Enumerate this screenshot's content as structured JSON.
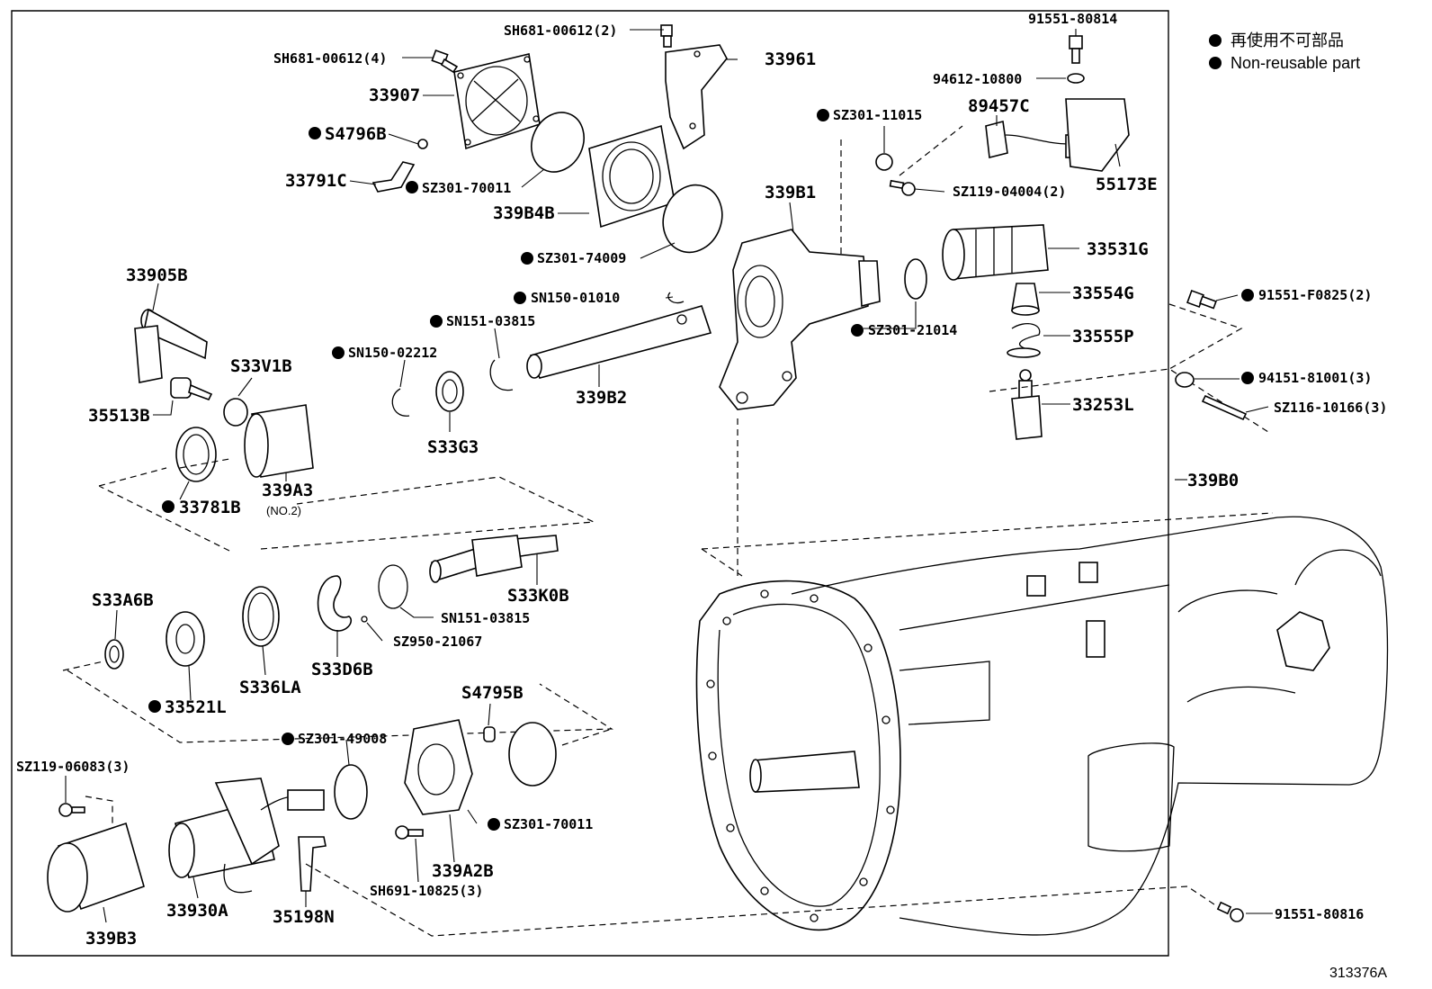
{
  "legend": {
    "jp": "再使用不可部品",
    "en": "Non-reusable part"
  },
  "figure_id": "313376A",
  "labels": {
    "sh681_00612_2": "SH681-00612(2)",
    "sh681_00612_4": "SH681-00612(4)",
    "p33961": "33961",
    "p91551_80814": "91551-80814",
    "p94612_10800": "94612-10800",
    "p89457c": "89457C",
    "p55173e": "55173E",
    "p33907": "33907",
    "s4796b": "S4796B",
    "p33791c": "33791C",
    "sz301_70011_a": "SZ301-70011",
    "p339b4b": "339B4B",
    "sz301_74009": "SZ301-74009",
    "sz301_11015": "SZ301-11015",
    "sz119_04004_2": "SZ119-04004(2)",
    "p339b1": "339B1",
    "p33531g": "33531G",
    "p33554g": "33554G",
    "p33555p": "33555P",
    "p33253l": "33253L",
    "sz301_21014": "SZ301-21014",
    "p91551_f0825_2": "91551-F0825(2)",
    "p94151_81001_3": "94151-81001(3)",
    "sz116_10166_3": "SZ116-10166(3)",
    "p339b0": "339B0",
    "p33905b": "33905B",
    "s33v1b": "S33V1B",
    "p35513b": "35513B",
    "sn150_02212": "SN150-02212",
    "sn151_03815_a": "SN151-03815",
    "sn150_01010": "SN150-01010",
    "p339b2": "339B2",
    "s33g3": "S33G3",
    "p339a3": "339A3",
    "no2": "(NO.2)",
    "p33781b": "33781B",
    "s33k0b": "S33K0B",
    "sn151_03815_b": "SN151-03815",
    "sz950_21067": "SZ950-21067",
    "s33a6b": "S33A6B",
    "p33521l": "33521L",
    "s336la": "S336LA",
    "s33d6b": "S33D6B",
    "s4795b": "S4795B",
    "sz301_49008": "SZ301-49008",
    "sz301_70011_b": "SZ301-70011",
    "sz119_06083_3": "SZ119-06083(3)",
    "p339a2b": "339A2B",
    "sh691_10825_3": "SH691-10825(3)",
    "p339b3": "339B3",
    "p33930a": "33930A",
    "p35198n": "35198N",
    "p91551_80816": "91551-80816"
  }
}
